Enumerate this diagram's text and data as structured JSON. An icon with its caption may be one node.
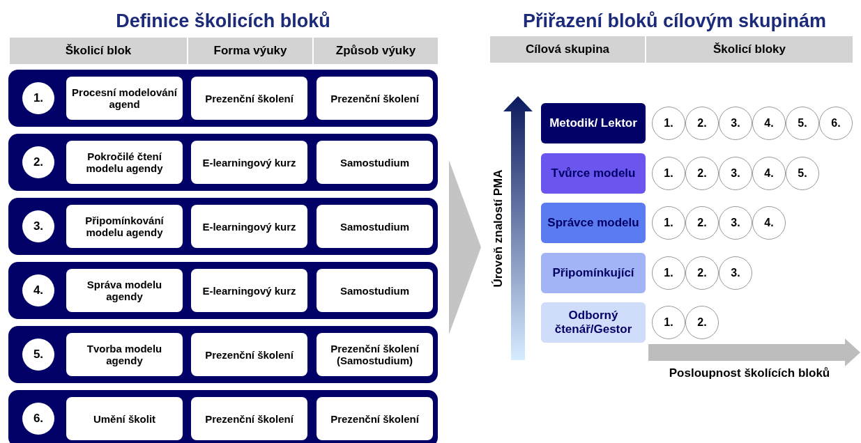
{
  "diagram": {
    "nodes": [
      {
        "text": [],
        "shape": "bar"
      },
      {
        "text": [
          "1."
        ],
        "in": 0
      },
      {
        "text": [
          "Procesní modelování agend"
        ],
        "in": 0
      },
      {
        "text": [
          "Prezenční školení"
        ],
        "in": 0
      },
      {
        "text": [
          "Prezenční školení"
        ],
        "in": 0
      },
      {
        "text": [],
        "shape": "bar"
      },
      {
        "text": [
          "2."
        ],
        "in": 5
      },
      {
        "text": [
          "Pokročilé čtení modelu agendy"
        ],
        "in": 5
      },
      {
        "text": [
          "E-learningový kurz"
        ],
        "in": 5
      },
      {
        "text": [
          "Samostudium"
        ],
        "in": 5
      },
      {
        "text": [],
        "shape": "bar"
      },
      {
        "text": [
          "3."
        ],
        "in": 10
      },
      {
        "text": [
          "Připomínkování modelu agendy"
        ],
        "in": 10
      },
      {
        "text": [
          "E-learningový kurz"
        ],
        "in": 10
      },
      {
        "text": [
          "Samostudium"
        ],
        "in": 10
      },
      {
        "text": [],
        "shape": "bar"
      },
      {
        "text": [
          "4."
        ],
        "in": 15
      },
      {
        "text": [
          "Správa modelu agendy"
        ],
        "in": 15
      },
      {
        "text": [
          "E-learningový kurz"
        ],
        "in": 15
      },
      {
        "text": [
          "Samostudium"
        ],
        "in": 15
      },
      {
        "text": [],
        "shape": "bar"
      },
      {
        "text": [
          "5."
        ],
        "in": 20
      },
      {
        "text": [
          "Tvorba modelu agendy"
        ],
        "in": 20
      },
      {
        "text": [
          "Prezenční školení"
        ],
        "in": 20
      },
      {
        "text": [
          "Prezenční školení (Samostudium)"
        ],
        "in": 20
      },
      {
        "text": [],
        "shape": "bar"
      },
      {
        "text": [
          "6."
        ],
        "in": 25
      },
      {
        "text": [
          "Umění školit"
        ],
        "in": 25
      },
      {
        "text": [
          "Prezenční školení"
        ],
        "in": 25
      },
      {
        "text": [
          "Prezenční školení"
        ],
        "in": 25
      },
      {
        "text": [
          "Metodik/ Lektor"
        ]
      },
      {
        "text": [
          "1."
        ]
      },
      {
        "text": [
          "2."
        ]
      },
      {
        "text": [
          "3."
        ]
      },
      {
        "text": [
          "4."
        ]
      },
      {
        "text": [
          "5."
        ]
      },
      {
        "text": [
          "6."
        ]
      },
      {
        "text": [
          "Tvůrce modelu"
        ]
      },
      {
        "text": [
          "1."
        ]
      },
      {
        "text": [
          "2."
        ]
      },
      {
        "text": [
          "3."
        ]
      },
      {
        "text": [
          "4."
        ]
      },
      {
        "text": [
          "5."
        ]
      },
      {
        "text": [
          "Správce modelu"
        ]
      },
      {
        "text": [
          "1."
        ]
      },
      {
        "text": [
          "2."
        ]
      },
      {
        "text": [
          "3."
        ]
      },
      {
        "text": [
          "4."
        ]
      },
      {
        "text": [
          "Připomínkující"
        ]
      },
      {
        "text": [
          "1."
        ]
      },
      {
        "text": [
          "2."
        ]
      },
      {
        "text": [
          "3."
        ]
      },
      {
        "text": [
          "Odborný čtenář/Gestor"
        ]
      },
      {
        "text": [
          "1."
        ]
      },
      {
        "text": [
          "2."
        ]
      }
    ],
    "labels": [
      "Definice školicích bloků",
      "Přiřazení bloků cílovým skupinám",
      "Školicí blok",
      "Forma výuky",
      "Způsob výuky",
      "Cílová skupina",
      "Školicí bloky",
      "Úroveň znalostí PMA",
      "Posloupnost školících bloků"
    ]
  }
}
